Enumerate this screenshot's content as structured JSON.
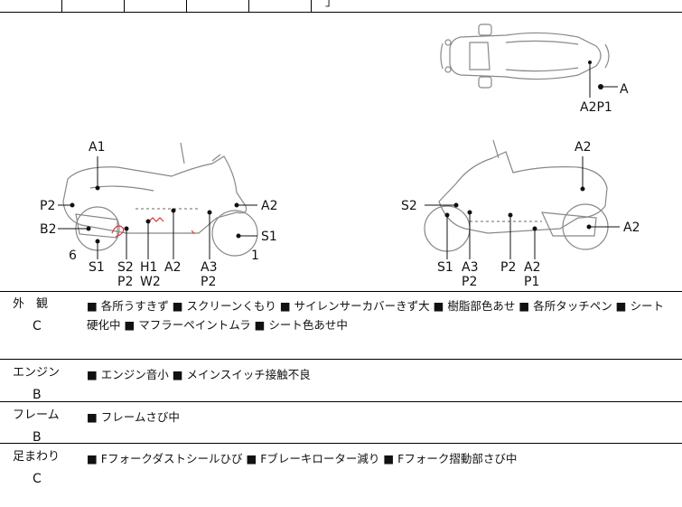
{
  "header_fragment": "」",
  "diagram": {
    "labels": {
      "top_A": "A",
      "top_A2P1": "A2P1",
      "left_A1": "A1",
      "left_P2": "P2",
      "left_B2": "B2",
      "left_6": "6",
      "left_A2": "A2",
      "left_S1_right": "S1",
      "left_1": "1",
      "left_bottom_S1": "S1",
      "left_bottom_S2": "S2",
      "left_bottom_P2": "P2",
      "left_bottom_H1": "H1",
      "left_bottom_W2": "W2",
      "left_bottom_A2": "A2",
      "left_bottom_A3": "A3",
      "left_bottom_P2b": "P2",
      "right_A2_top": "A2",
      "right_S2": "S2",
      "right_A2_side": "A2",
      "right_bottom_S1": "S1",
      "right_bottom_A3": "A3",
      "right_bottom_P2": "P2",
      "right_bottom_P2b": "P2",
      "right_bottom_A2": "A2",
      "right_bottom_P1": "P1"
    }
  },
  "rows": [
    {
      "category": "外　観",
      "grade": "C",
      "notes": "■ 各所うすきず ■ スクリーンくもり ■ サイレンサーカバーきず大 ■ 樹脂部色あせ ■ 各所タッチペン ■ シート硬化中 ■ マフラーペイントムラ ■ シート色あせ中"
    },
    {
      "category": "エンジン",
      "grade": "B",
      "notes": "■ エンジン音小 ■ メインスイッチ接触不良"
    },
    {
      "category": "フレーム",
      "grade": "B",
      "notes": "■ フレームさび中"
    },
    {
      "category": "足まわり",
      "grade": "C",
      "notes": "■ Fフォークダストシールひび ■ Fブレーキローター減り ■ Fフォーク摺動部さび中"
    }
  ]
}
